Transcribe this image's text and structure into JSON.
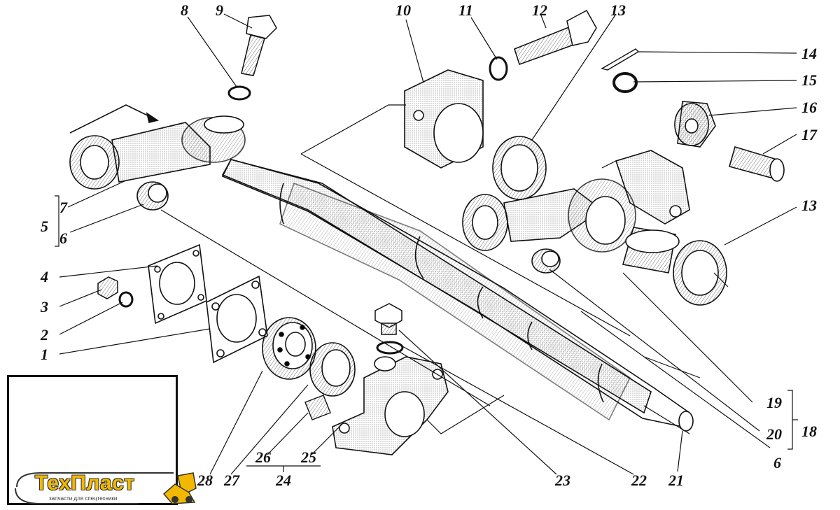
{
  "labels": {
    "n1": "1",
    "n2": "2",
    "n3": "3",
    "n4": "4",
    "n5": "5",
    "n6a": "6",
    "n6b": "6",
    "n7": "7",
    "n8": "8",
    "n9": "9",
    "n10": "10",
    "n11": "11",
    "n12": "12",
    "n13a": "13",
    "n13b": "13",
    "n14": "14",
    "n15": "15",
    "n16": "16",
    "n17": "17",
    "n18": "18",
    "n19": "19",
    "n20": "20",
    "n21": "21",
    "n22": "22",
    "n23": "23",
    "n24": "24",
    "n25": "25",
    "n26": "26",
    "n27": "27",
    "n28": "28"
  },
  "logo": {
    "brand": "ТехПласт",
    "tagline": "запчасти для спецтехники"
  },
  "colors": {
    "ink": "#111111",
    "logo_yellow": "#f2b800"
  }
}
